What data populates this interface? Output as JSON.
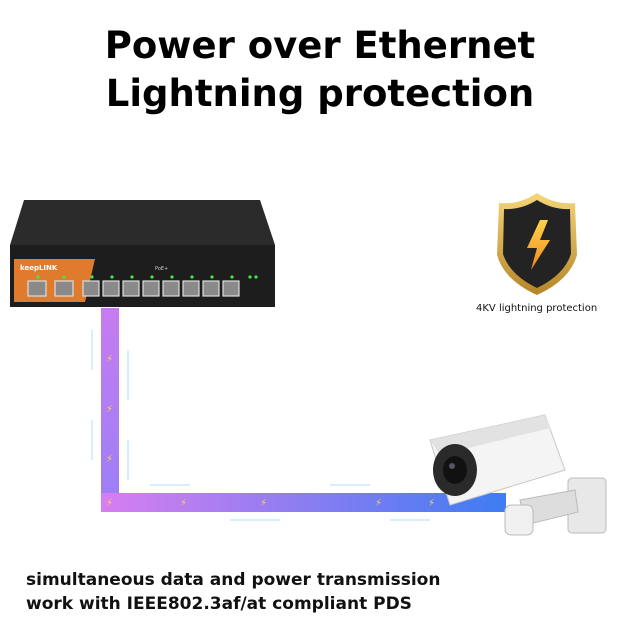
{
  "heading": {
    "line1": "Power over Ethernet",
    "line2": "Lightning protection"
  },
  "switch": {
    "brand": "keepLINK",
    "poe_label": "PoE+",
    "uplink_ports": 2,
    "poe_ports": 8
  },
  "badge": {
    "icon": "shield-lightning-icon",
    "label": "4KV lightning protection"
  },
  "captions": {
    "line1": "simultaneous data and power transmission",
    "line2": "work with IEEE802.3af/at compliant PDS"
  },
  "colors": {
    "cable_start": "#e07ef0",
    "cable_end": "#3f7cf2",
    "switch_accent": "#e07b2e",
    "shield_gold": "#d6a93b"
  }
}
